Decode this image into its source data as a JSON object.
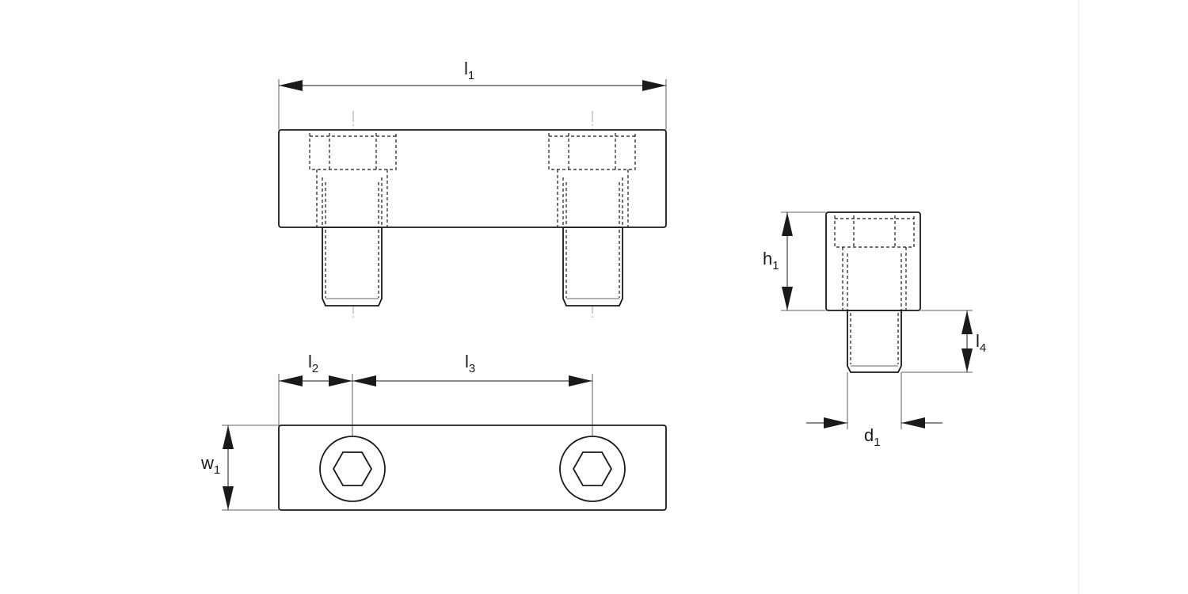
{
  "dimensions": {
    "l1": {
      "base": "l",
      "sub": "1"
    },
    "l2": {
      "base": "l",
      "sub": "2"
    },
    "l3": {
      "base": "l",
      "sub": "3"
    },
    "l4": {
      "base": "l",
      "sub": "4"
    },
    "w1": {
      "base": "w",
      "sub": "1"
    },
    "h1": {
      "base": "h",
      "sub": "1"
    },
    "d1": {
      "base": "d",
      "sub": "1"
    }
  }
}
